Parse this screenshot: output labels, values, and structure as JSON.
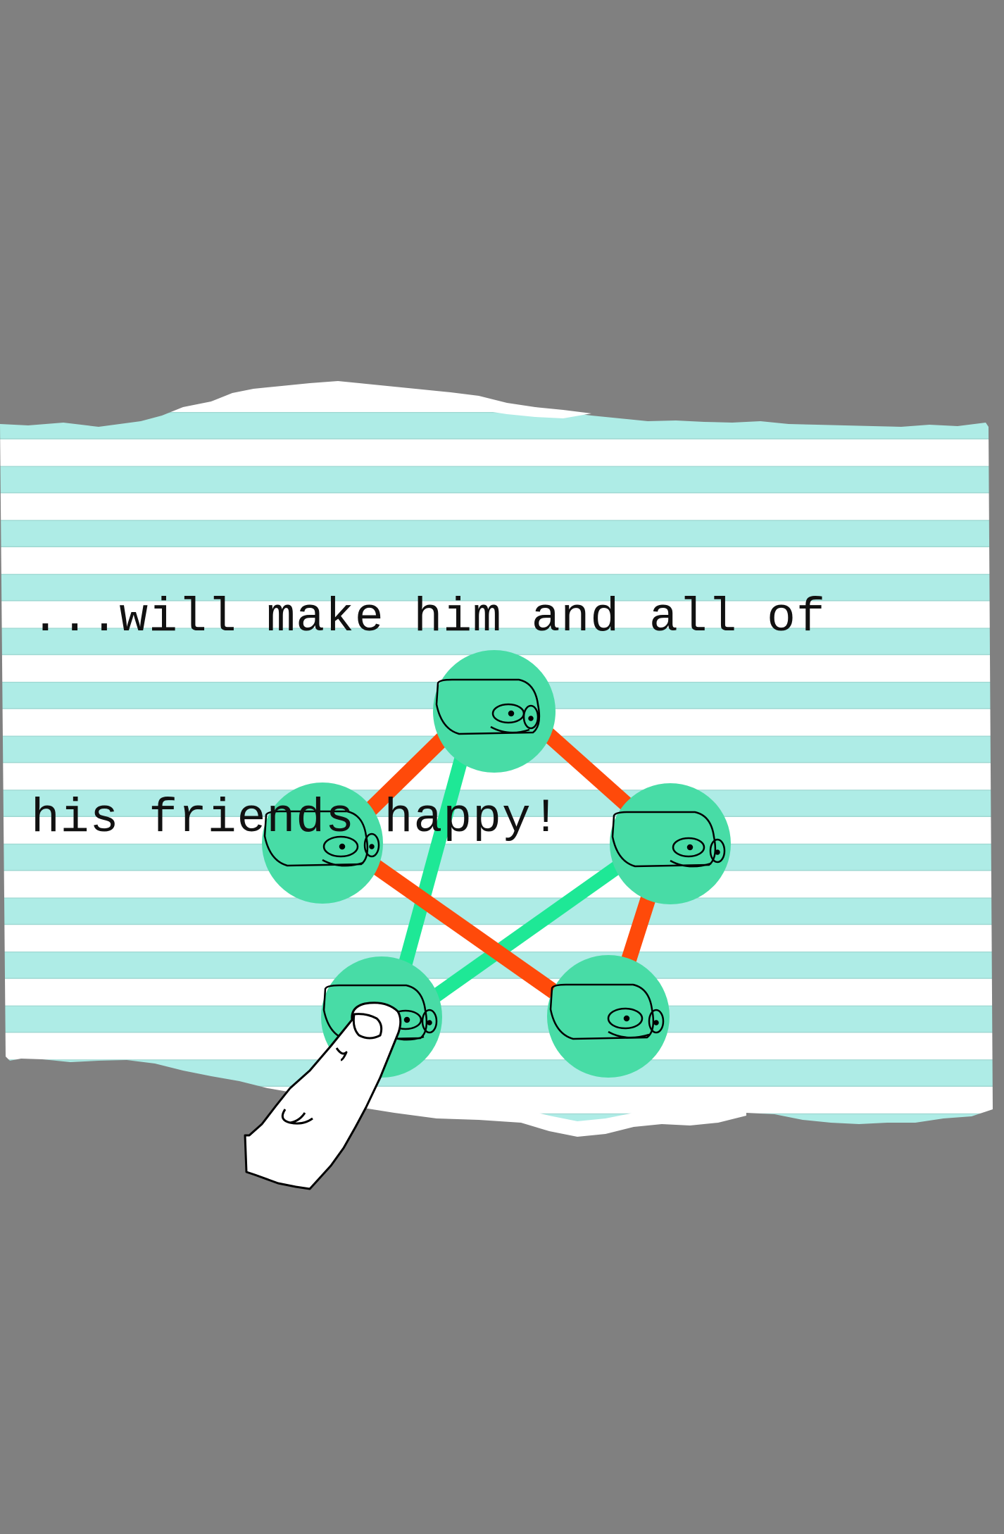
{
  "caption": {
    "line1": "...will make him and all of",
    "line2": "his friends happy!"
  },
  "colors": {
    "background": "#808080",
    "paper_stripe": "#aeece6",
    "paper_white": "#ffffff",
    "node_fill": "#48dca6",
    "happy_link": "#1ee896",
    "unhappy_link": "#ff4a0a",
    "finger": "#ffffff"
  },
  "puzzle": {
    "node_icon": "smiling-face-icon",
    "pointer_icon": "pointing-finger-icon",
    "nodes": [
      {
        "id": "top",
        "icon": "smiling-face-icon"
      },
      {
        "id": "left",
        "icon": "smiling-face-icon"
      },
      {
        "id": "right",
        "icon": "smiling-face-icon"
      },
      {
        "id": "bottom-left",
        "icon": "smiling-face-icon"
      },
      {
        "id": "bottom-right",
        "icon": "smiling-face-icon"
      }
    ],
    "links": [
      {
        "from": "top",
        "to": "left",
        "state": "unhappy"
      },
      {
        "from": "top",
        "to": "right",
        "state": "unhappy"
      },
      {
        "from": "left",
        "to": "bottom-right",
        "state": "unhappy"
      },
      {
        "from": "right",
        "to": "bottom-right",
        "state": "unhappy"
      },
      {
        "from": "top",
        "to": "bottom-left",
        "state": "happy"
      },
      {
        "from": "right",
        "to": "bottom-left",
        "state": "happy"
      }
    ]
  }
}
